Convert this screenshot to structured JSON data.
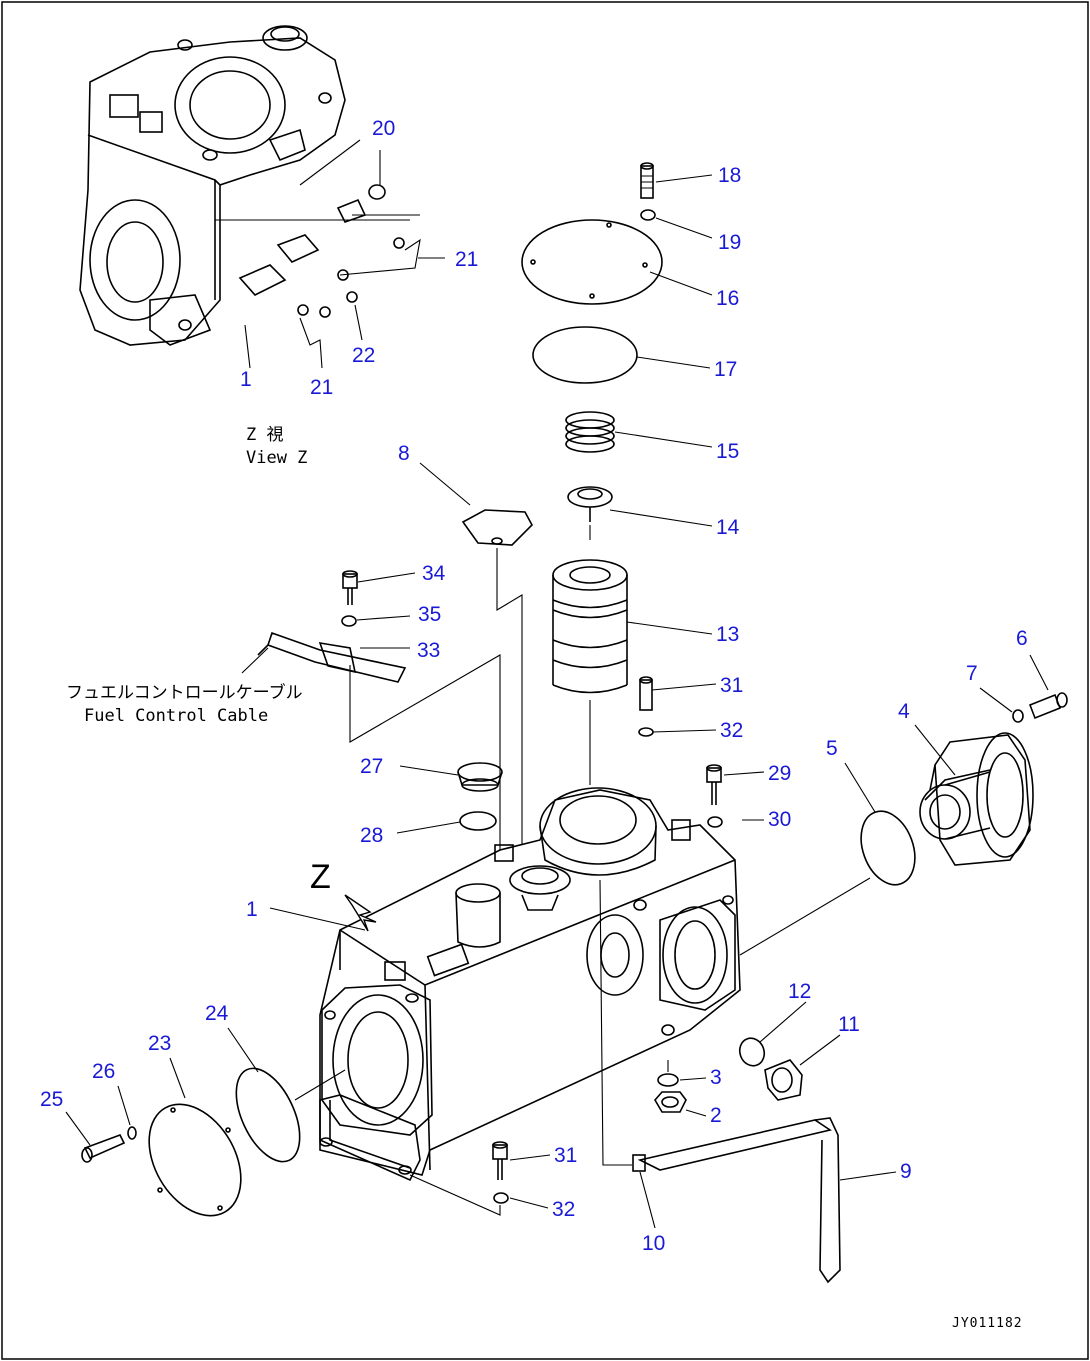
{
  "callouts": {
    "c1_view": "1",
    "c20": "20",
    "c21a": "21",
    "c22": "22",
    "c21b": "21",
    "c18": "18",
    "c19": "19",
    "c16": "16",
    "c17": "17",
    "c15": "15",
    "c14": "14",
    "c13": "13",
    "c8": "8",
    "c34": "34",
    "c35": "35",
    "c33": "33",
    "c31a": "31",
    "c32a": "32",
    "c6": "6",
    "c7": "7",
    "c4": "4",
    "c5": "5",
    "c29": "29",
    "c30": "30",
    "c27": "27",
    "c28": "28",
    "c1_main": "1",
    "c12": "12",
    "c11": "11",
    "c3": "3",
    "c2": "2",
    "c24": "24",
    "c23": "23",
    "c26": "26",
    "c25": "25",
    "c31b": "31",
    "c32b": "32",
    "c10": "10",
    "c9": "9"
  },
  "labels": {
    "view_z_jp": "Z   視",
    "view_z_en": "View Z",
    "fuel_cable_jp": "フュエルコントロールケーブル",
    "fuel_cable_en": "Fuel Control Cable",
    "z_arrow": "Z",
    "drawing_code": "JY011182"
  },
  "colors": {
    "callout": "#1a1ad6",
    "line": "#000000"
  }
}
